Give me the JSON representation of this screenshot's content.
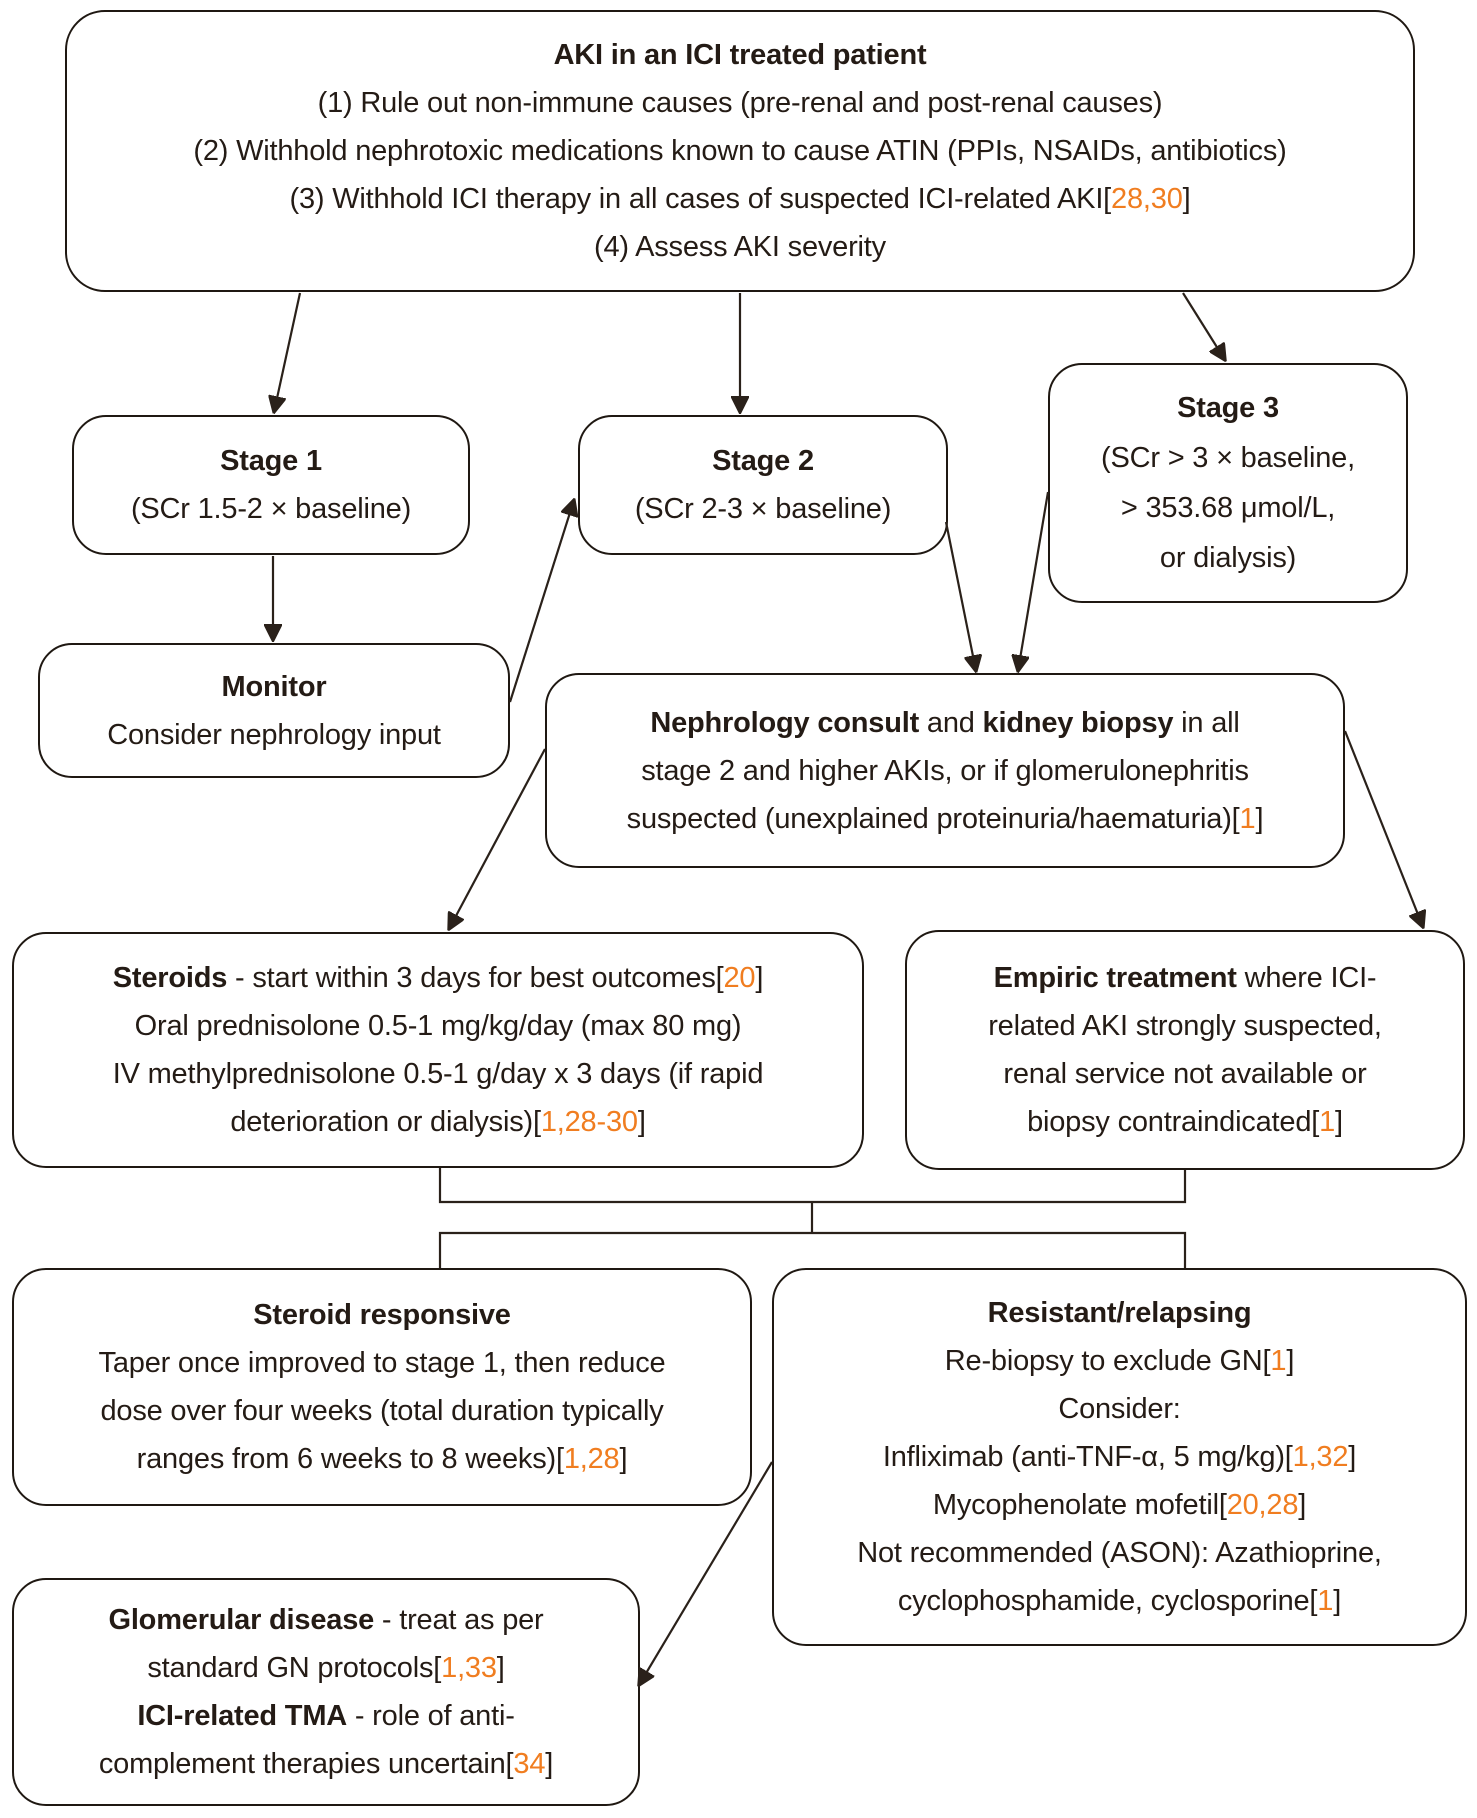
{
  "colors": {
    "accent": "#F07D20",
    "ink": "#241B15"
  },
  "top": {
    "title": "AKI in an ICI treated patient",
    "point1": "(1) Rule out non-immune causes (pre-renal and post-renal causes)",
    "point2": "(2) Withhold nephrotoxic medications known to cause ATIN (PPIs, NSAIDs, antibiotics)",
    "point3_pre": "(3) Withhold ICI therapy in all cases of suspected ICI-related AKI[",
    "point3_ref": "28,30",
    "point3_close": "]",
    "point4": "(4) Assess AKI severity"
  },
  "stage1": {
    "title": "Stage 1",
    "line": "(SCr 1.5-2 × baseline)"
  },
  "stage2": {
    "title": "Stage 2",
    "line": "(SCr 2-3 × baseline)"
  },
  "stage3": {
    "title": "Stage 3",
    "line1": "(SCr > 3 × baseline,",
    "line2": "> 353.68 μmol/L,",
    "line3": "or dialysis)"
  },
  "monitor": {
    "title": "Monitor",
    "line": "Consider nephrology input"
  },
  "nephrology": {
    "bold1": "Nephrology consult",
    "mid1": " and ",
    "bold2": "kidney biopsy",
    "tail1": " in all",
    "line2": "stage 2 and higher AKIs, or if glomerulonephritis",
    "line3_pre": "suspected (unexplained proteinuria/haematuria)[",
    "line3_ref": "1",
    "line3_close": "]"
  },
  "steroids": {
    "bold": "Steroids",
    "line1_mid": " - start within 3 days for best outcomes[",
    "line1_ref": "20",
    "line1_close": "]",
    "line2": "Oral prednisolone 0.5-1 mg/kg/day (max 80 mg)",
    "line3": "IV methylprednisolone 0.5-1 g/day x 3 days (if rapid",
    "line4_pre": "deterioration or dialysis)[",
    "line4_ref": "1,28-30",
    "line4_close": "]"
  },
  "empiric": {
    "bold": "Empiric treatment",
    "line1_tail": " where ICI-",
    "line2": "related AKI strongly suspected,",
    "line3": "renal service not available or",
    "line4_pre": "biopsy contraindicated[",
    "line4_ref": "1",
    "line4_close": "]"
  },
  "responsive": {
    "title": "Steroid responsive",
    "line1": "Taper once improved to stage 1, then reduce",
    "line2": "dose over four weeks (total duration typically",
    "line3_pre": "ranges from 6 weeks to 8 weeks)[",
    "line3_ref": "1,28",
    "line3_close": "]"
  },
  "resistant": {
    "title": "Resistant/relapsing",
    "line1_pre": "Re-biopsy to exclude GN[",
    "line1_ref": "1",
    "line1_close": "]",
    "line2": "Consider:",
    "line3_pre": "Infliximab (anti-TNF-α, 5 mg/kg)[",
    "line3_ref": "1,32",
    "line3_close": "]",
    "line4_pre": "Mycophenolate mofetil[",
    "line4_ref": "20,28",
    "line4_close": "]",
    "line5": "Not recommended (ASON): Azathioprine,",
    "line6_pre": "cyclophosphamide, cyclosporine[",
    "line6_ref": "1",
    "line6_close": "]"
  },
  "glomerular": {
    "bold1": "Glomerular disease",
    "line1_tail": " - treat as per",
    "line2_pre": "standard GN protocols[",
    "line2_ref": "1,33",
    "line2_close": "]",
    "bold2": "ICI-related TMA",
    "line3_tail": " - role of anti-",
    "line4_pre": "complement therapies uncertain[",
    "line4_ref": "34",
    "line4_close": "]"
  }
}
